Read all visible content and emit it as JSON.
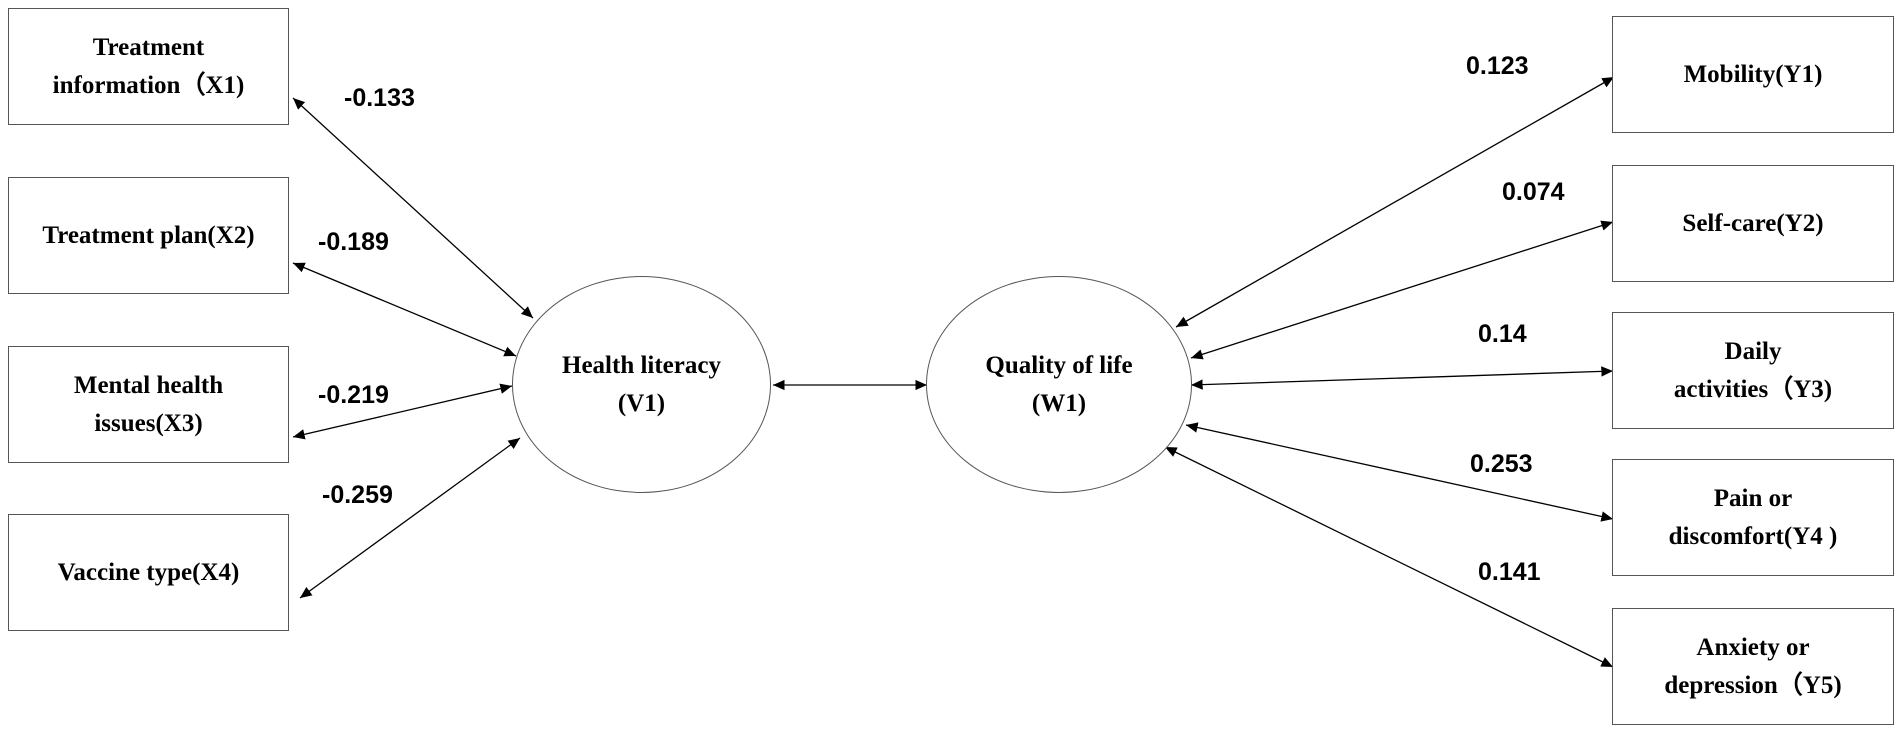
{
  "left_boxes": [
    {
      "label": "Treatment\ninformation（X1)"
    },
    {
      "label": "Treatment plan(X2)"
    },
    {
      "label": "Mental health\nissues(X3)"
    },
    {
      "label": "Vaccine type(X4)"
    }
  ],
  "right_boxes": [
    {
      "label": "Mobility(Y1)"
    },
    {
      "label": "Self-care(Y2)"
    },
    {
      "label": "Daily\nactivities（Y3)"
    },
    {
      "label": "Pain or\ndiscomfort(Y4 )"
    },
    {
      "label": "Anxiety or\ndepression（Y5)"
    }
  ],
  "nodes": {
    "health_literacy": "Health literacy\n(V1)",
    "quality_of_life": "Quality of life\n(W1)"
  },
  "coefficients": {
    "x1": "-0.133",
    "x2": "-0.189",
    "x3": "-0.219",
    "x4": "-0.259",
    "y1": "0.123",
    "y2": "0.074",
    "y3": "0.14",
    "y4": "0.253",
    "y5": "0.141"
  },
  "colors": {
    "line": "#000000",
    "border": "#555555",
    "background": "#ffffff"
  }
}
